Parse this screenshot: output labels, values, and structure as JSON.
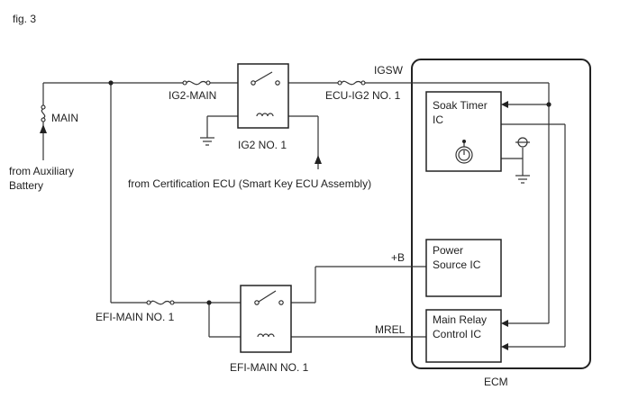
{
  "figure_label": "fig. 3",
  "labels": {
    "main_fuse": "MAIN",
    "from_battery_line1": "from Auxiliary",
    "from_battery_line2": "Battery",
    "ig2_main": "IG2-MAIN",
    "ig2_no1": "IG2 NO. 1",
    "ecu_ig2_no1": "ECU-IG2 NO. 1",
    "igsw": "IGSW",
    "from_certification_ecu": "from Certification ECU (Smart Key ECU Assembly)",
    "efi_main_fuse": "EFI-MAIN NO. 1",
    "efi_main_relay": "EFI-MAIN NO. 1",
    "plus_b": "+B",
    "mrel": "MREL",
    "ecm": "ECM"
  },
  "ic_blocks": {
    "soak_timer_line1": "Soak Timer",
    "soak_timer_line2": "IC",
    "power_source_line1": "Power",
    "power_source_line2": "Source IC",
    "main_relay_line1": "Main Relay",
    "main_relay_line2": "Control IC"
  },
  "icons": {
    "timer": "stopwatch-icon",
    "ground": "ground-icon",
    "fuse": "fuse-icon",
    "relay_coil": "coil-icon",
    "relay_switch": "switch-icon",
    "battery_terminal": "battery-terminal-icon"
  },
  "colors": {
    "line": "#333333",
    "text": "#222222"
  }
}
